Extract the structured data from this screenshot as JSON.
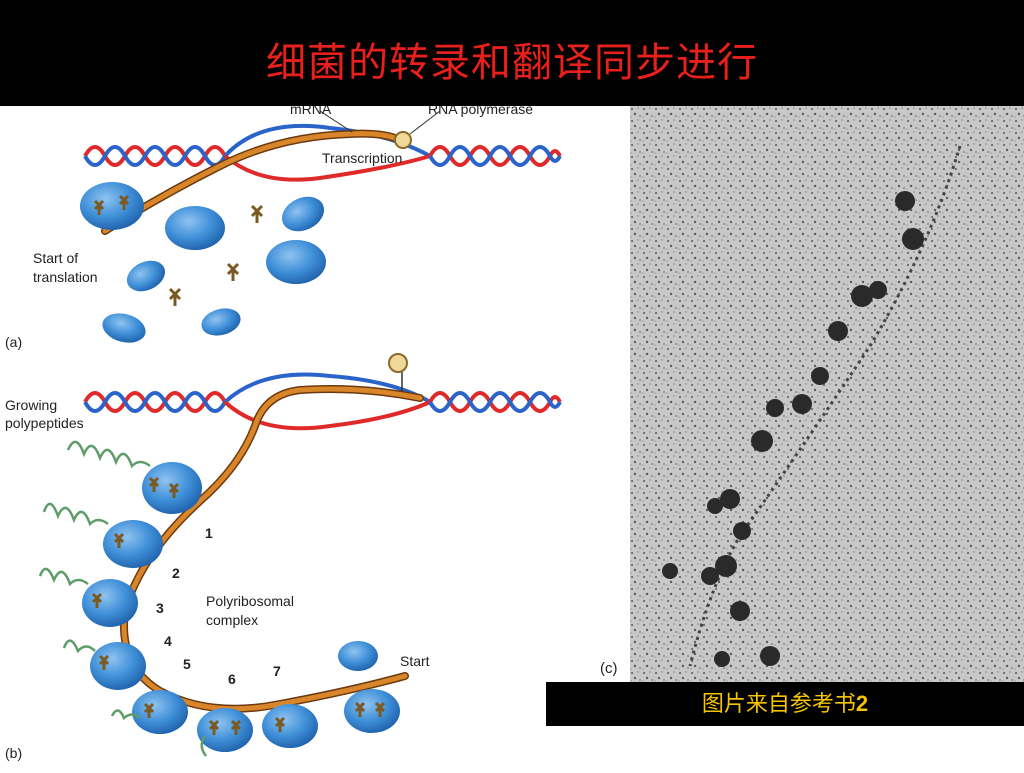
{
  "slide": {
    "title": "细菌的转录和翻译同步进行",
    "credit_text": "图片来自参考书",
    "credit_number": "2"
  },
  "panel_a": {
    "label_mrna": "mRNA",
    "label_rna_polymerase": "RNA polymerase",
    "label_transcription": "Transcription",
    "label_start_line1": "Start of",
    "label_start_line2": "translation",
    "panel_letter": "(a)"
  },
  "panel_b": {
    "label_growing_line1": "Growing",
    "label_growing_line2": "polypeptides",
    "label_poly_line1": "Polyribosomal",
    "label_poly_line2": "complex",
    "label_start": "Start",
    "panel_letter": "(b)",
    "ribosome_numbers": [
      "1",
      "2",
      "3",
      "4",
      "5",
      "6",
      "7"
    ]
  },
  "panel_c": {
    "panel_letter": "(c)"
  },
  "colors": {
    "title_red": "#e8201c",
    "credit_yellow": "#f6c400",
    "dna_red": "#e02a2a",
    "dna_blue": "#2a63c9",
    "mrna_orange": "#c7761e",
    "ribosome_blue": "#3f8fd8"
  }
}
